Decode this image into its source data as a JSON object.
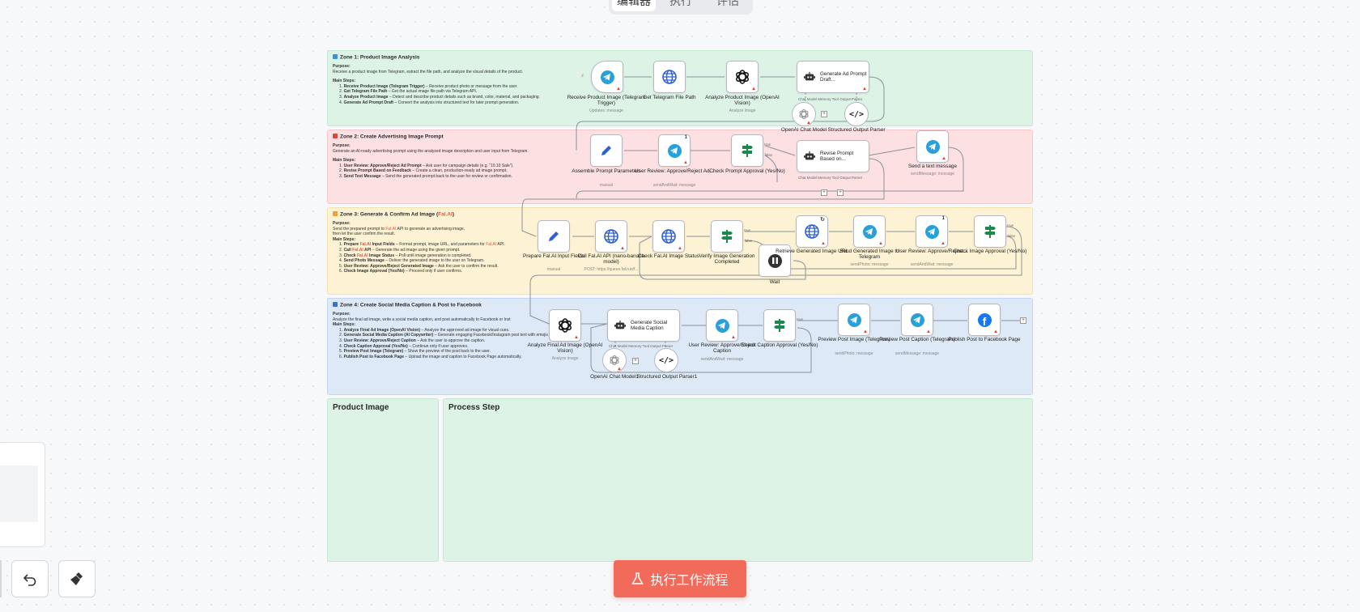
{
  "tabs": [
    "编辑器",
    "执行",
    "评估"
  ],
  "zones": {
    "z1": {
      "title": "Zone 1: Product Image Analysis",
      "purpose_label": "Purpose:",
      "purpose": "Receive a product image from Telegram, extract the file path, and analyze the visual details of the product.",
      "steps_label": "Main Steps:",
      "steps": [
        {
          "n": "1.",
          "b": "Receive Product Image (Telegram Trigger)",
          "t": " – Receive product photo or message from the user."
        },
        {
          "n": "2.",
          "b": "Get Telegram File Path",
          "t": " – Get the actual image file path via Telegram API."
        },
        {
          "n": "3.",
          "b": "Analyze Product Image",
          "t": " – Detect and describe product details such as brand, color, material, and packaging."
        },
        {
          "n": "4.",
          "b": "Generate Ad Prompt Draft",
          "t": " – Convert the analysis into structured text for later prompt generation."
        }
      ]
    },
    "z2": {
      "title": "Zone 2: Create Advertising Image Prompt",
      "purpose_label": "Purpose:",
      "purpose": "Generate an AI-ready advertising prompt using the analyzed image description and user input from Telegram.",
      "steps_label": "Main Steps:",
      "steps": [
        {
          "n": "1.",
          "b": "User Review: Approve/Reject Ad Prompt",
          "t": " – Ask user for campaign details (e.g. “10.10 Sale”)."
        },
        {
          "n": "2.",
          "b": "Revise Prompt Based on Feedback",
          "t": " – Create a clean, production-ready ad image prompt."
        },
        {
          "n": "3.",
          "b": "Send Text Message",
          "t": " – Send the generated prompt back to the user for review or confirmation."
        }
      ]
    },
    "z3": {
      "title_pre": "Zone 3: Generate & Confirm Ad Image (",
      "title_hl": "Fal.AI",
      "title_post": ")",
      "purpose_label": "Purpose:",
      "purpose_1_pre": "Send the prepared prompt to ",
      "purpose_1_hl": "Fal.AI",
      "purpose_1_post": " API to generate an advertising image,",
      "purpose_2": "then let the user confirm the result.",
      "steps_label": "Main Steps:",
      "step1_pre": "Prepare ",
      "step1_hl": "Fal.AI",
      "step1_post": " Input Fields",
      "step1_text_pre": " – Format prompt, image URL, and parameters for ",
      "step1_text_hl": "Fal.AI",
      "step1_text_post": " API.",
      "step2_pre": "Call ",
      "step2_hl": "Fal.AI",
      "step2_post": " API",
      "step2_text": " – Generate the ad image using the given prompt.",
      "step3_pre": "Check ",
      "step3_hl": "Fal.AI",
      "step3_post": " Image Status",
      "step3_text": " – Poll until image generation is completed.",
      "step4_b": "Send Photo Message",
      "step4_text": " – Deliver the generated image to the user on Telegram.",
      "step5_b": "User Review: Approve/Reject Generated Image",
      "step5_text": " – Ask the user to confirm the result.",
      "step6_b": "Check Image Approval (Yes/No)",
      "step6_text": " – Proceed only if user confirms."
    },
    "z4": {
      "title": "Zone 4: Create Social Media Caption & Post to Facebook",
      "purpose_label": "Purpose:",
      "purpose": "Analyze the final ad image, write a social media caption, and post automatically to Facebook or Inst",
      "steps_label": "Main Steps:",
      "steps": [
        {
          "n": "1.",
          "b": "Analyze Final Ad Image (OpenAI Vision)",
          "t": " – Analyze the approved ad image for visual cues."
        },
        {
          "n": "2.",
          "b": "Generate Social Media Caption (AI Copywriter)",
          "t": " – Generate engaging Facebook/Instagram post text with emojis and hashtags."
        },
        {
          "n": "3.",
          "b": "User Review: Approve/Reject Caption",
          "t": " – Ask the user to approve the caption."
        },
        {
          "n": "4.",
          "b": "Check Caption Approval (Yes/No)",
          "t": " – Continue only if user approves."
        },
        {
          "n": "5.",
          "b": "Preview Post Image (Telegram)",
          "t": " – Show the preview of the post back to the user."
        },
        {
          "n": "6.",
          "b": "Publish Post to Facebook Page",
          "t": " – Upload the image and caption to Facebook Page automatically."
        }
      ]
    },
    "z5": {
      "title": "Product Image"
    },
    "z6": {
      "title": "Process Step"
    }
  },
  "nodes": {
    "n1": {
      "label": "Receive Product Image (Telegram Trigger)",
      "sub": "Updates: message"
    },
    "n2": {
      "label": "Get Telegram File Path"
    },
    "n3": {
      "label": "Analyze Product Image (OpenAI Vision)",
      "sub": "Analyze image"
    },
    "n4": {
      "label": "Generate Ad Prompt Draft...",
      "ports": "Chat Model Memory   Tool Output Parser"
    },
    "n4a": {
      "label": "OpenAI Chat Model"
    },
    "n4b": {
      "label": "Structured Output Parser"
    },
    "n5": {
      "label": "Assemble Prompt Parameters",
      "sub": "manual"
    },
    "n6": {
      "label": "User Review: Approve/Reject Ad...",
      "sub": "sendAndWait: message",
      "count": "1"
    },
    "n7": {
      "label": "Check Prompt Approval (Yes/No)",
      "true": "true",
      "false": "false"
    },
    "n8": {
      "label": "Revise Prompt Based on...",
      "ports": "Chat Model Memory   Tool Output Parser"
    },
    "n9": {
      "label": "Send a text message",
      "sub": "sendMessage: message"
    },
    "n10": {
      "label": "Prepare Fal.AI Input Fields",
      "sub": "manual"
    },
    "n11": {
      "label": "Call Fal.AI API (nano-banana model)",
      "sub": "POST: https://queue.fal.run/f..."
    },
    "n12": {
      "label": "Check Fal.AI Image Status"
    },
    "n13": {
      "label": "Verify Image Generation Completed",
      "true": "true",
      "false": "false"
    },
    "n14": {
      "label": "Wait"
    },
    "n15": {
      "label": "Retrieve Generated Image URL"
    },
    "n16": {
      "label": "Send Generated Image to Telegram",
      "sub": "sendPhoto: message"
    },
    "n17": {
      "label": "User Review: Approve/Reject...",
      "sub": "sendAndWait: message",
      "count": "1"
    },
    "n18": {
      "label": "Check Image Approval (Yes/No)",
      "true": "true",
      "false": "false"
    },
    "n19": {
      "label": "Analyze Final Ad Image (OpenAI Vision)",
      "sub": "Analyze image"
    },
    "n20": {
      "label": "Generate Social Media Caption",
      "ports": "Chat Model Memory   Tool Output Parser"
    },
    "n20a": {
      "label": "OpenAI Chat Model1"
    },
    "n20b": {
      "label": "Structured Output Parser1"
    },
    "n21": {
      "label": "User Review: Approve/Reject Caption",
      "sub": "sendAndWait: message"
    },
    "n22": {
      "label": "Check Caption Approval (Yes/No)",
      "true": "true"
    },
    "n23": {
      "label": "Preview Post Image (Telegram)",
      "sub": "sendPhoto: message"
    },
    "n24": {
      "label": "Preview Post Caption (Telegram)",
      "sub": "sendMessage: message"
    },
    "n25": {
      "label": "Publish Post to Facebook Page"
    }
  },
  "exec_button": "执行工作流程",
  "colors": {
    "accent": "#f16a5a",
    "telegram": "#2aa0db",
    "openai": "#111111",
    "http": "#2f5fd3",
    "ifnode": "#1a8a4a"
  }
}
